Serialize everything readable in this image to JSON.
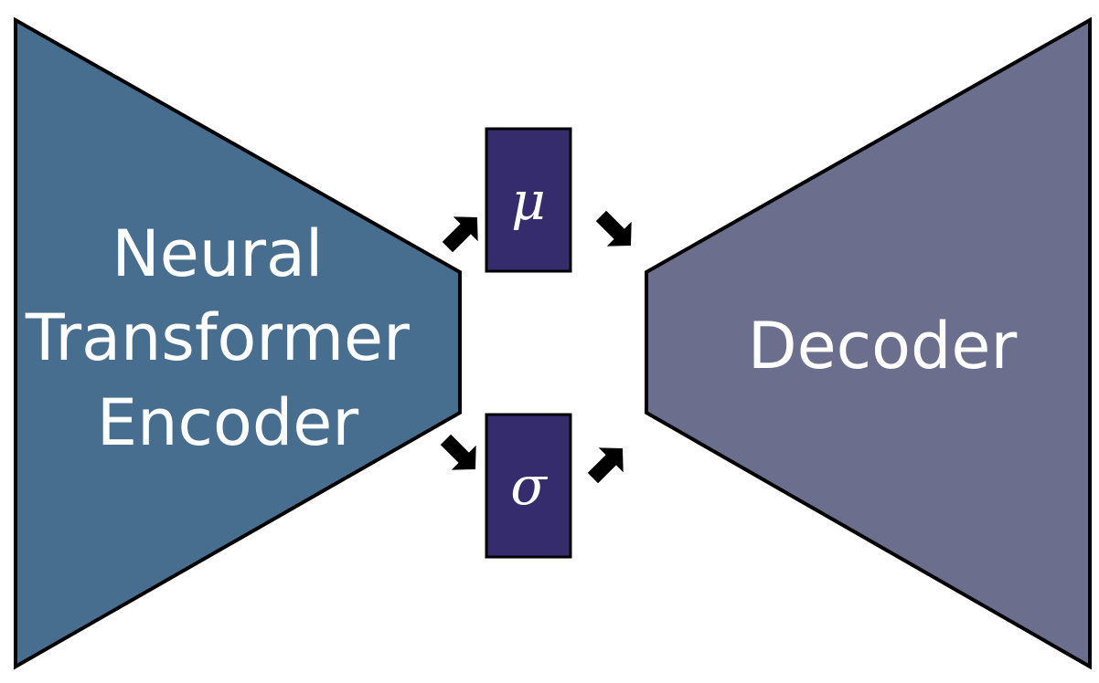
{
  "encoder": {
    "label_lines": [
      "Neural",
      "Transformer",
      "Encoder"
    ],
    "fill_color": "#486E8F"
  },
  "decoder": {
    "label": "Decoder",
    "fill_color": "#6C6E8D"
  },
  "latent": {
    "mu_symbol": "μ",
    "sigma_symbol": "σ",
    "box_color": "#352C6E"
  },
  "outline_color": "#000000",
  "arrow_color": "#000000"
}
